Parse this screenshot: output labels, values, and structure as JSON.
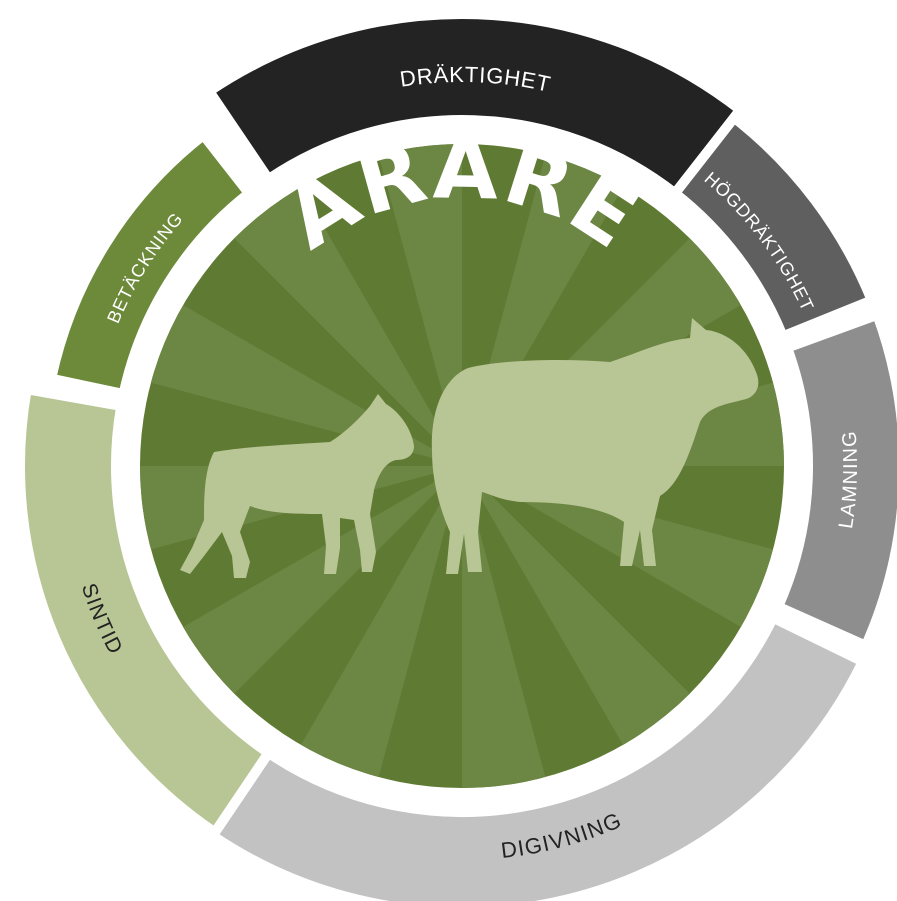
{
  "title": "FÅRÅRET",
  "title_color": "#ffffff",
  "colors": {
    "center_a": "#5f7a32",
    "center_b": "#6c8744",
    "animal": "#b8c594",
    "gap": "#ffffff"
  },
  "segments": [
    {
      "id": "draktighet",
      "label": "DRÄKTIGHET",
      "color": "#232323",
      "text_color": "#ffffff"
    },
    {
      "id": "hogdraktighet",
      "label": "HÖGDRÄKTIGHET",
      "color": "#5f5f5f",
      "text_color": "#ffffff"
    },
    {
      "id": "lamning",
      "label": "LAMNING",
      "color": "#8e8e8e",
      "text_color": "#ffffff"
    },
    {
      "id": "digivning",
      "label": "DIGIVNING",
      "color": "#c2c2c2",
      "text_color": "#222222"
    },
    {
      "id": "sintid",
      "label": "SINTID",
      "color": "#b8c594",
      "text_color": "#222222"
    },
    {
      "id": "betackning",
      "label": "BETÄCKNING",
      "color": "#6d8a3b",
      "text_color": "#ffffff"
    }
  ],
  "animals": [
    {
      "id": "lamb",
      "icon": "lamb-silhouette-icon"
    },
    {
      "id": "ewe",
      "icon": "ewe-silhouette-icon"
    }
  ]
}
